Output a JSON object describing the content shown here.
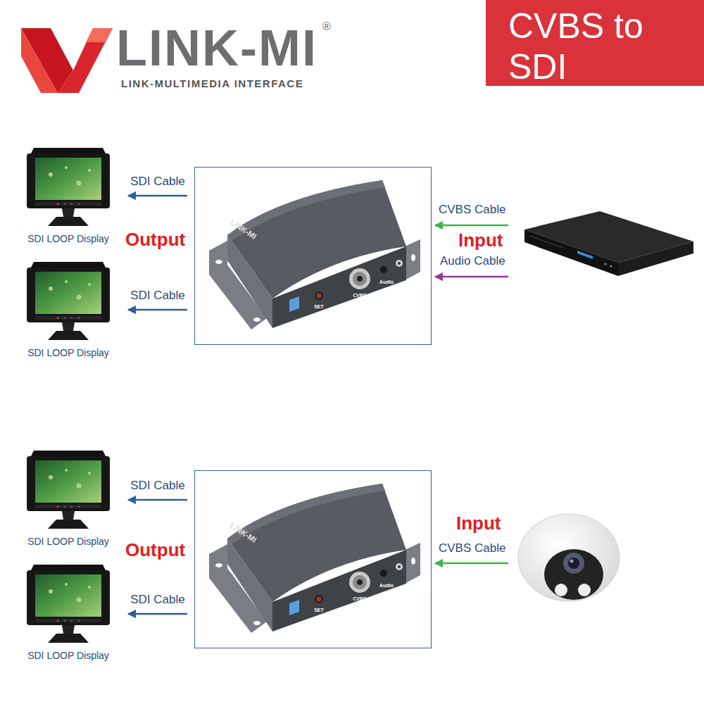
{
  "diagram": {
    "title": "CVBS to SDI",
    "nodes": [
      {
        "text": [
          "SDI LOOP Display"
        ]
      },
      {
        "text": [
          "LINK-MI",
          "SET",
          "CVBS",
          "Audio"
        ]
      },
      {
        "text": [
          "SDI LOOP Display"
        ]
      },
      {
        "text": [
          "SDI LOOP Display"
        ]
      },
      {
        "text": [
          "LINK-MI",
          "SET",
          "CVBS",
          "Audio"
        ]
      },
      {
        "text": [
          "SDI LOOP Display"
        ]
      }
    ],
    "edges": [
      {
        "from": 1,
        "to": 0,
        "arrow": "to",
        "label": "SDI Cable"
      },
      {
        "from": 1,
        "to": 2,
        "arrow": "to",
        "label": "SDI Cable"
      },
      {
        "from": 4,
        "to": 3,
        "arrow": "to",
        "label": "SDI Cable"
      },
      {
        "from": 4,
        "to": 5,
        "arrow": "to",
        "label": "SDI Cable"
      }
    ],
    "labels": [
      "LINK-MI",
      "®",
      "LINK-MULTIMEDIA INTERFACE",
      "Output",
      "Input",
      "CVBS Cable",
      "Audio Cable",
      "Output",
      "Input",
      "CVBS Cable"
    ]
  }
}
